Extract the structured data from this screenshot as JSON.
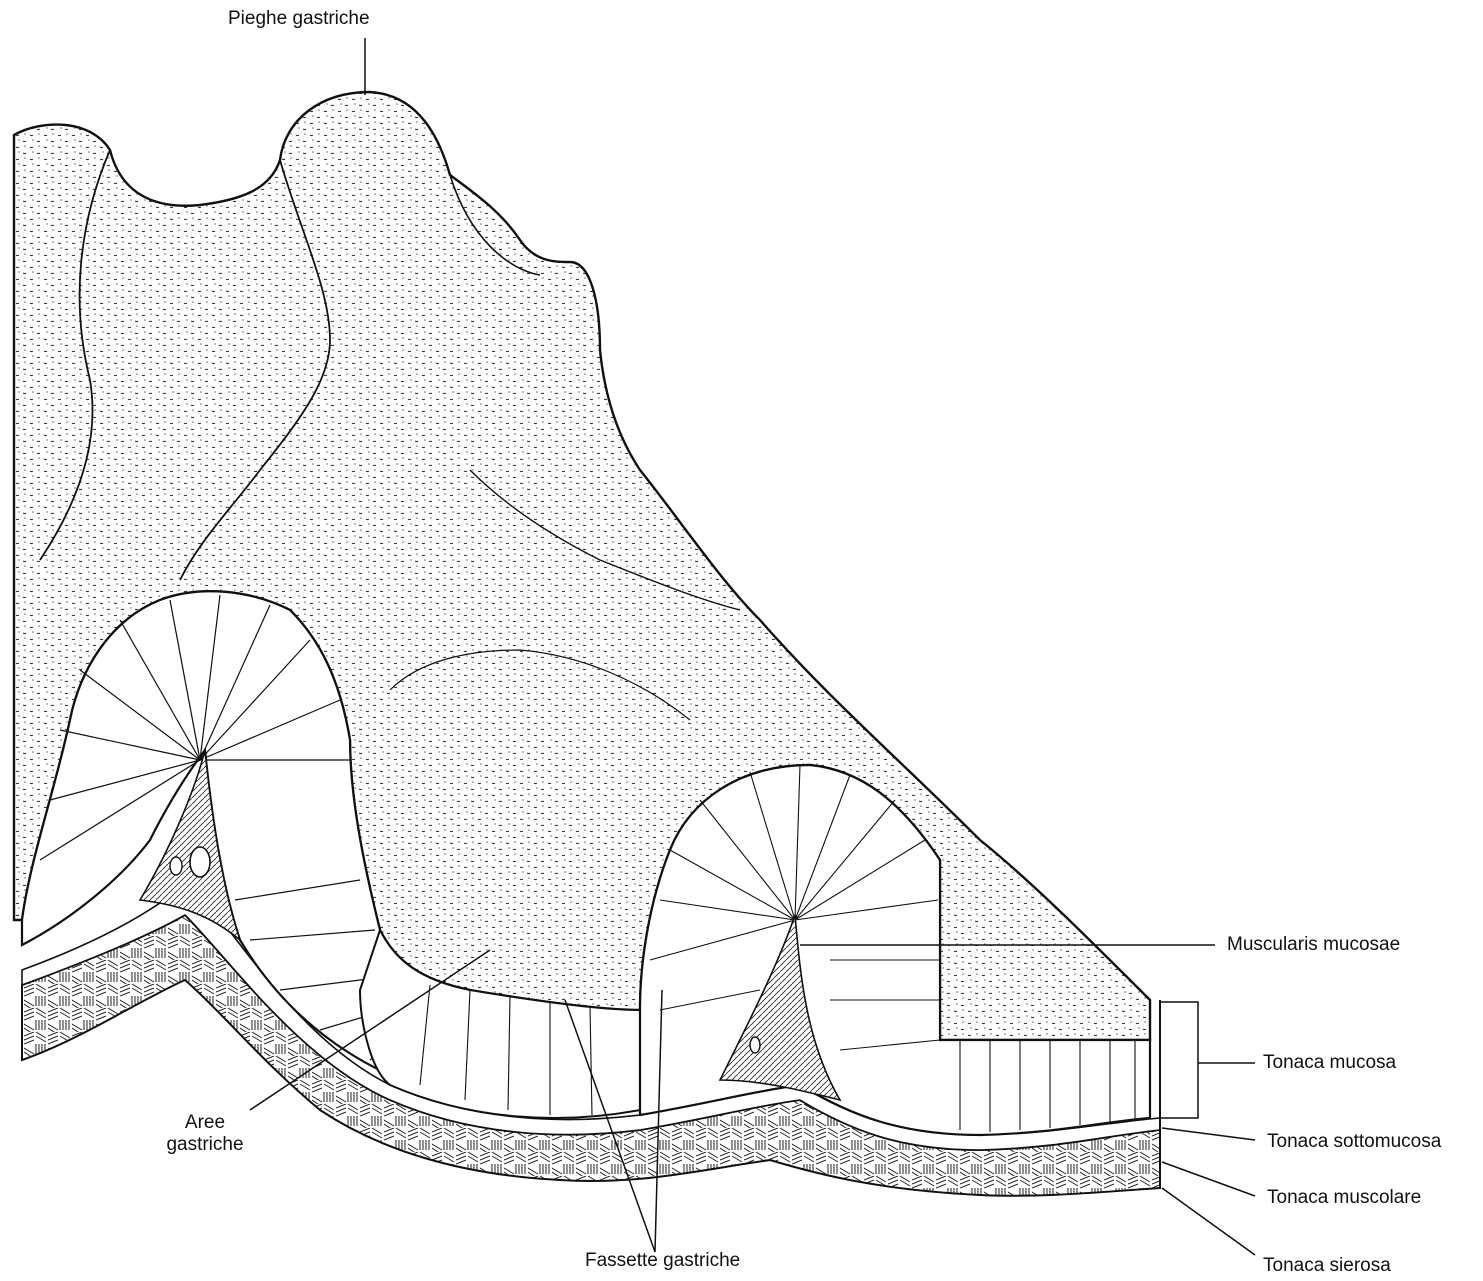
{
  "figure": {
    "colors": {
      "ink": "#111111",
      "paper": "#ffffff",
      "stipple": "#1a1a1a",
      "muscle": "#222222"
    }
  },
  "labels": {
    "pieghe": "Pieghe gastriche",
    "muscularis": "Muscularis mucosae",
    "mucosa": "Tonaca mucosa",
    "sottomucosa": "Tonaca sottomucosa",
    "muscolare": "Tonaca muscolare",
    "sierosa": "Tonaca sierosa",
    "aree_line1": "Aree",
    "aree_line2": "gastriche",
    "fassette": "Fassette gastriche"
  }
}
